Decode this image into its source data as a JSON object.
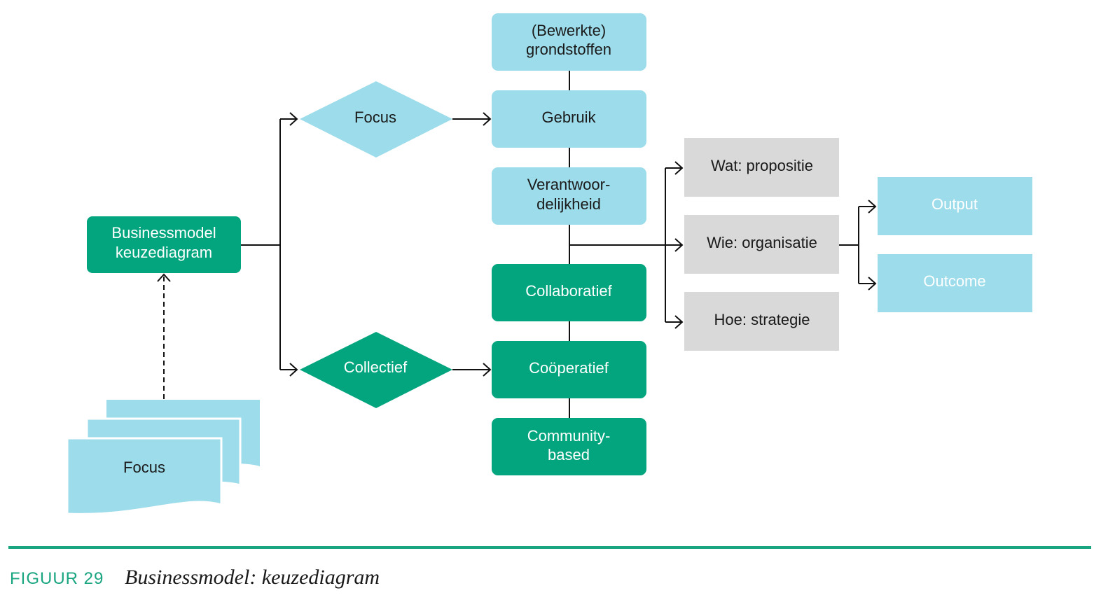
{
  "colors": {
    "dark_green": "#03a57e",
    "light_blue": "#9ddcea",
    "grey": "#d9d9d9",
    "caption_green": "#1aa581",
    "rule": "#1aa581"
  },
  "nodes": {
    "businessmodel": [
      "Businessmodel",
      "keuzediagram"
    ],
    "focus_doc": "Focus",
    "focus_diamond": "Focus",
    "collectief_diamond": "Collectief",
    "bewerkte": [
      "(Bewerkte)",
      "grondstoffen"
    ],
    "gebruik": "Gebruik",
    "verantwoordelijkheid": [
      "Verantwoor-",
      "delijkheid"
    ],
    "collaboratief": "Collaboratief",
    "cooperatief": "Coöperatief",
    "community": [
      "Community-",
      "based"
    ],
    "wat": "Wat: propositie",
    "wie": "Wie: organisatie",
    "hoe": "Hoe: strategie",
    "output": "Output",
    "outcome": "Outcome"
  },
  "caption": {
    "label": "FIGUUR 29",
    "title": "Businessmodel: keuzediagram"
  }
}
